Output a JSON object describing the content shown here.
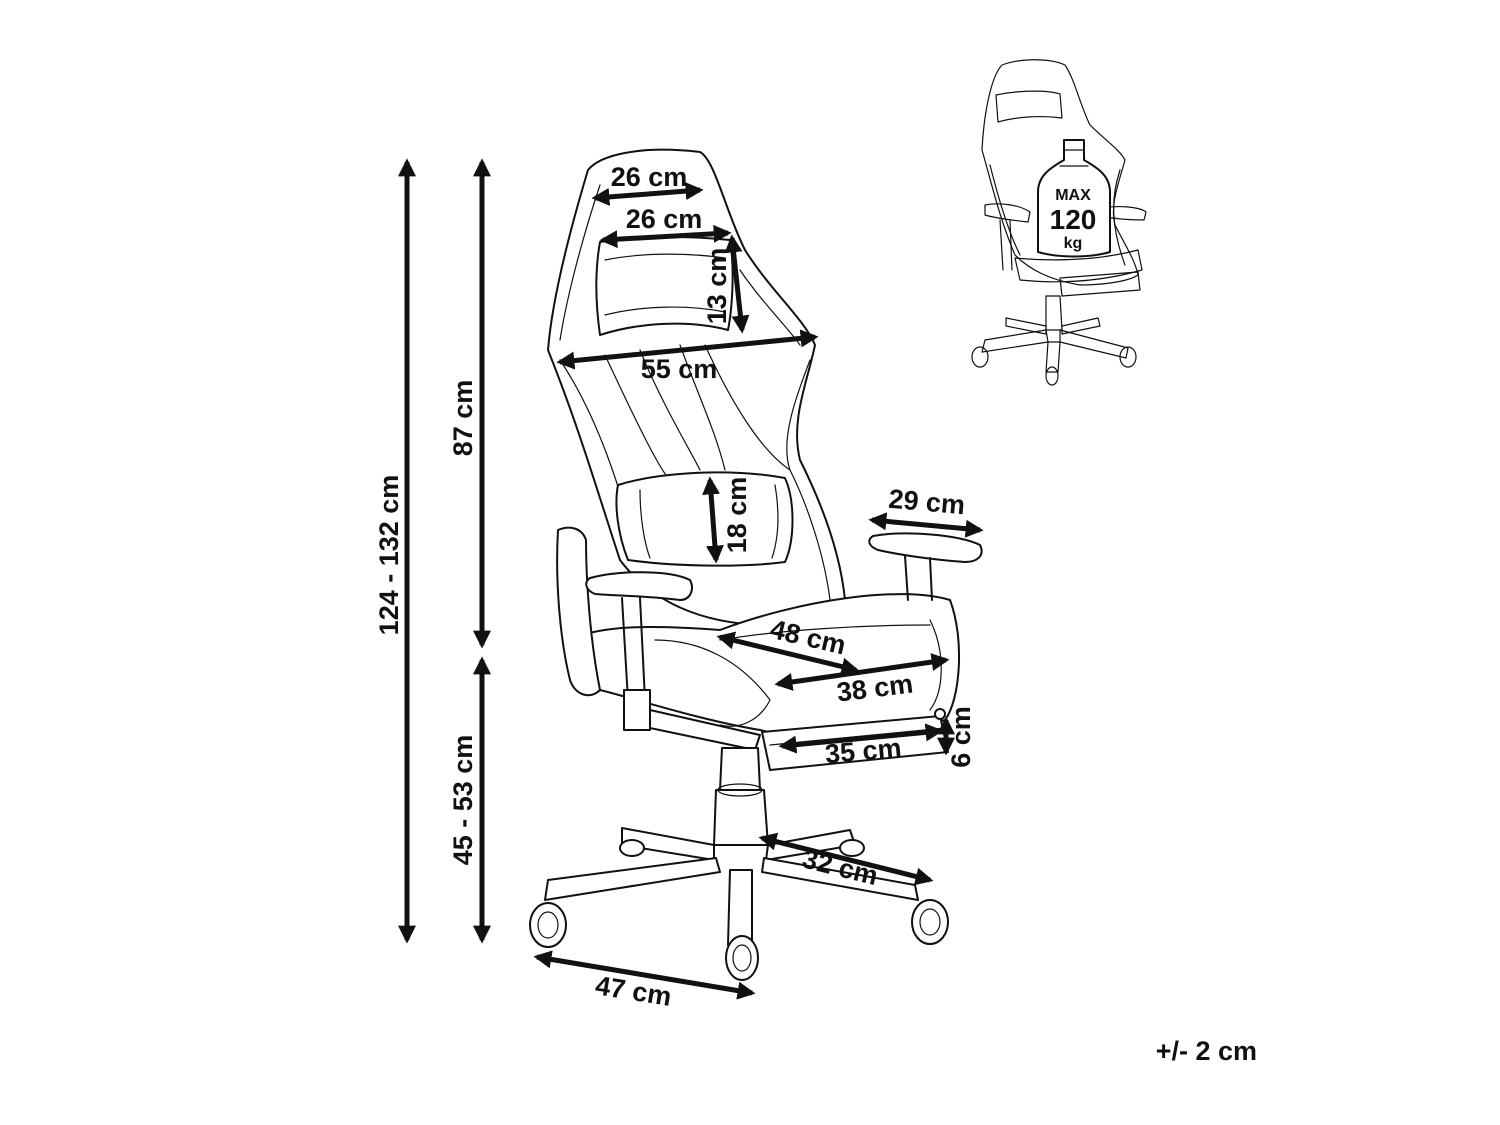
{
  "dimensions": {
    "total_height": "124 - 132 cm",
    "backrest_height": "87 cm",
    "seat_height": "45 - 53 cm",
    "headrest_top_width": "26 cm",
    "pillow_width": "26 cm",
    "pillow_height": "13 cm",
    "backrest_width": "55 cm",
    "lumbar_height": "18 cm",
    "armrest_length": "29 cm",
    "seat_depth": "48 cm",
    "seat_width": "38 cm",
    "footrest_length": "35 cm",
    "footrest_thickness": "6 cm",
    "base_leg": "32 cm",
    "base_width": "47 cm"
  },
  "max_load": {
    "label": "MAX",
    "value": "120",
    "unit": "kg"
  },
  "tolerance": "+/- 2 cm"
}
